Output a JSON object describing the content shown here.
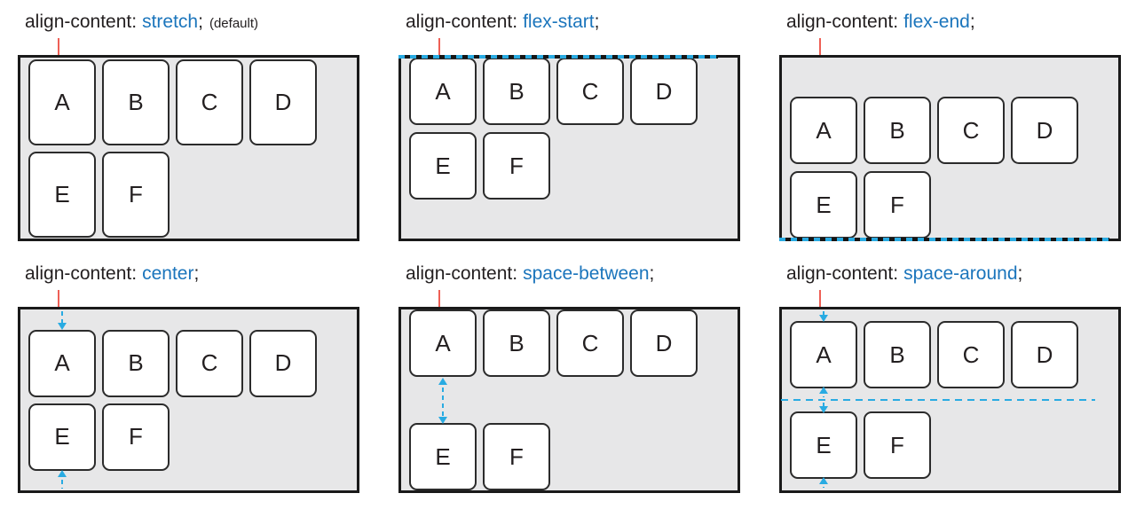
{
  "panels": [
    {
      "property": "align-content:",
      "value": "stretch",
      "terminator": ";",
      "note": "(default)",
      "items": [
        "A",
        "B",
        "C",
        "D",
        "E",
        "F"
      ]
    },
    {
      "property": "align-content:",
      "value": "flex-start",
      "terminator": ";",
      "items": [
        "A",
        "B",
        "C",
        "D",
        "E",
        "F"
      ]
    },
    {
      "property": "align-content:",
      "value": "flex-end",
      "terminator": ";",
      "items": [
        "A",
        "B",
        "C",
        "D",
        "E",
        "F"
      ]
    },
    {
      "property": "align-content:",
      "value": "center",
      "terminator": ";",
      "items": [
        "A",
        "B",
        "C",
        "D",
        "E",
        "F"
      ]
    },
    {
      "property": "align-content:",
      "value": "space-between",
      "terminator": ";",
      "items": [
        "A",
        "B",
        "C",
        "D",
        "E",
        "F"
      ]
    },
    {
      "property": "align-content:",
      "value": "space-around",
      "terminator": ";",
      "items": [
        "A",
        "B",
        "C",
        "D",
        "E",
        "F"
      ]
    }
  ],
  "colors": {
    "value_blue": "#1b75bc",
    "guide_cyan": "#29abe2",
    "tick_red": "#ee5f55",
    "container_fill": "#e7e7e8",
    "container_border": "#1a1a1a",
    "item_border": "#2b2b2b",
    "text": "#231f20"
  }
}
